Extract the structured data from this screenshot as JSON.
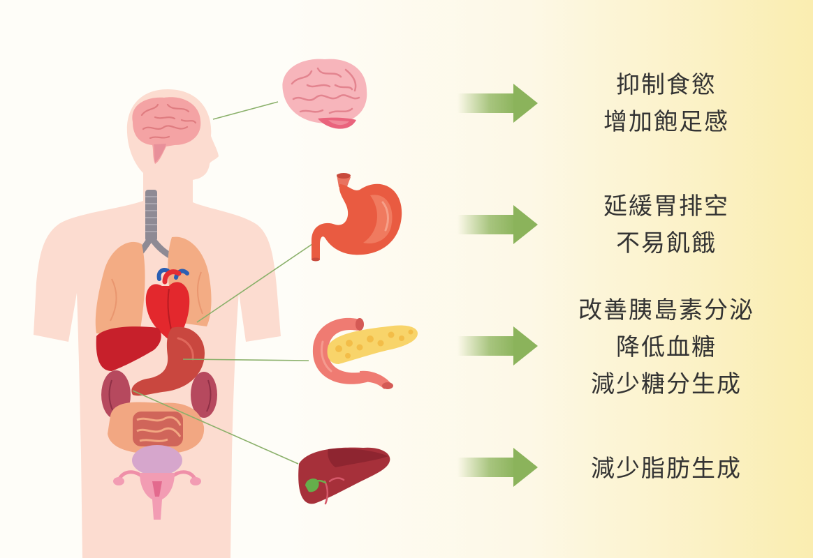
{
  "theme": {
    "background_left": "#fefdf8",
    "background_mid": "#fdf8e6",
    "background_right": "#faedb0",
    "body_color": "#fcdcd0",
    "arrow_color": "#8bb35b",
    "connector_color": "#8ab06a",
    "text_color": "#333333"
  },
  "rows": [
    {
      "icon": "brain-icon",
      "effects": [
        "抑制食慾",
        "增加飽足感"
      ]
    },
    {
      "icon": "stomach-icon",
      "effects": [
        "延緩胃排空",
        "不易飢餓"
      ]
    },
    {
      "icon": "pancreas-icon",
      "effects": [
        "改善胰島素分泌",
        "降低血糖",
        "減少糖分生成"
      ]
    },
    {
      "icon": "liver-icon",
      "effects": [
        "減少脂肪生成"
      ]
    }
  ]
}
